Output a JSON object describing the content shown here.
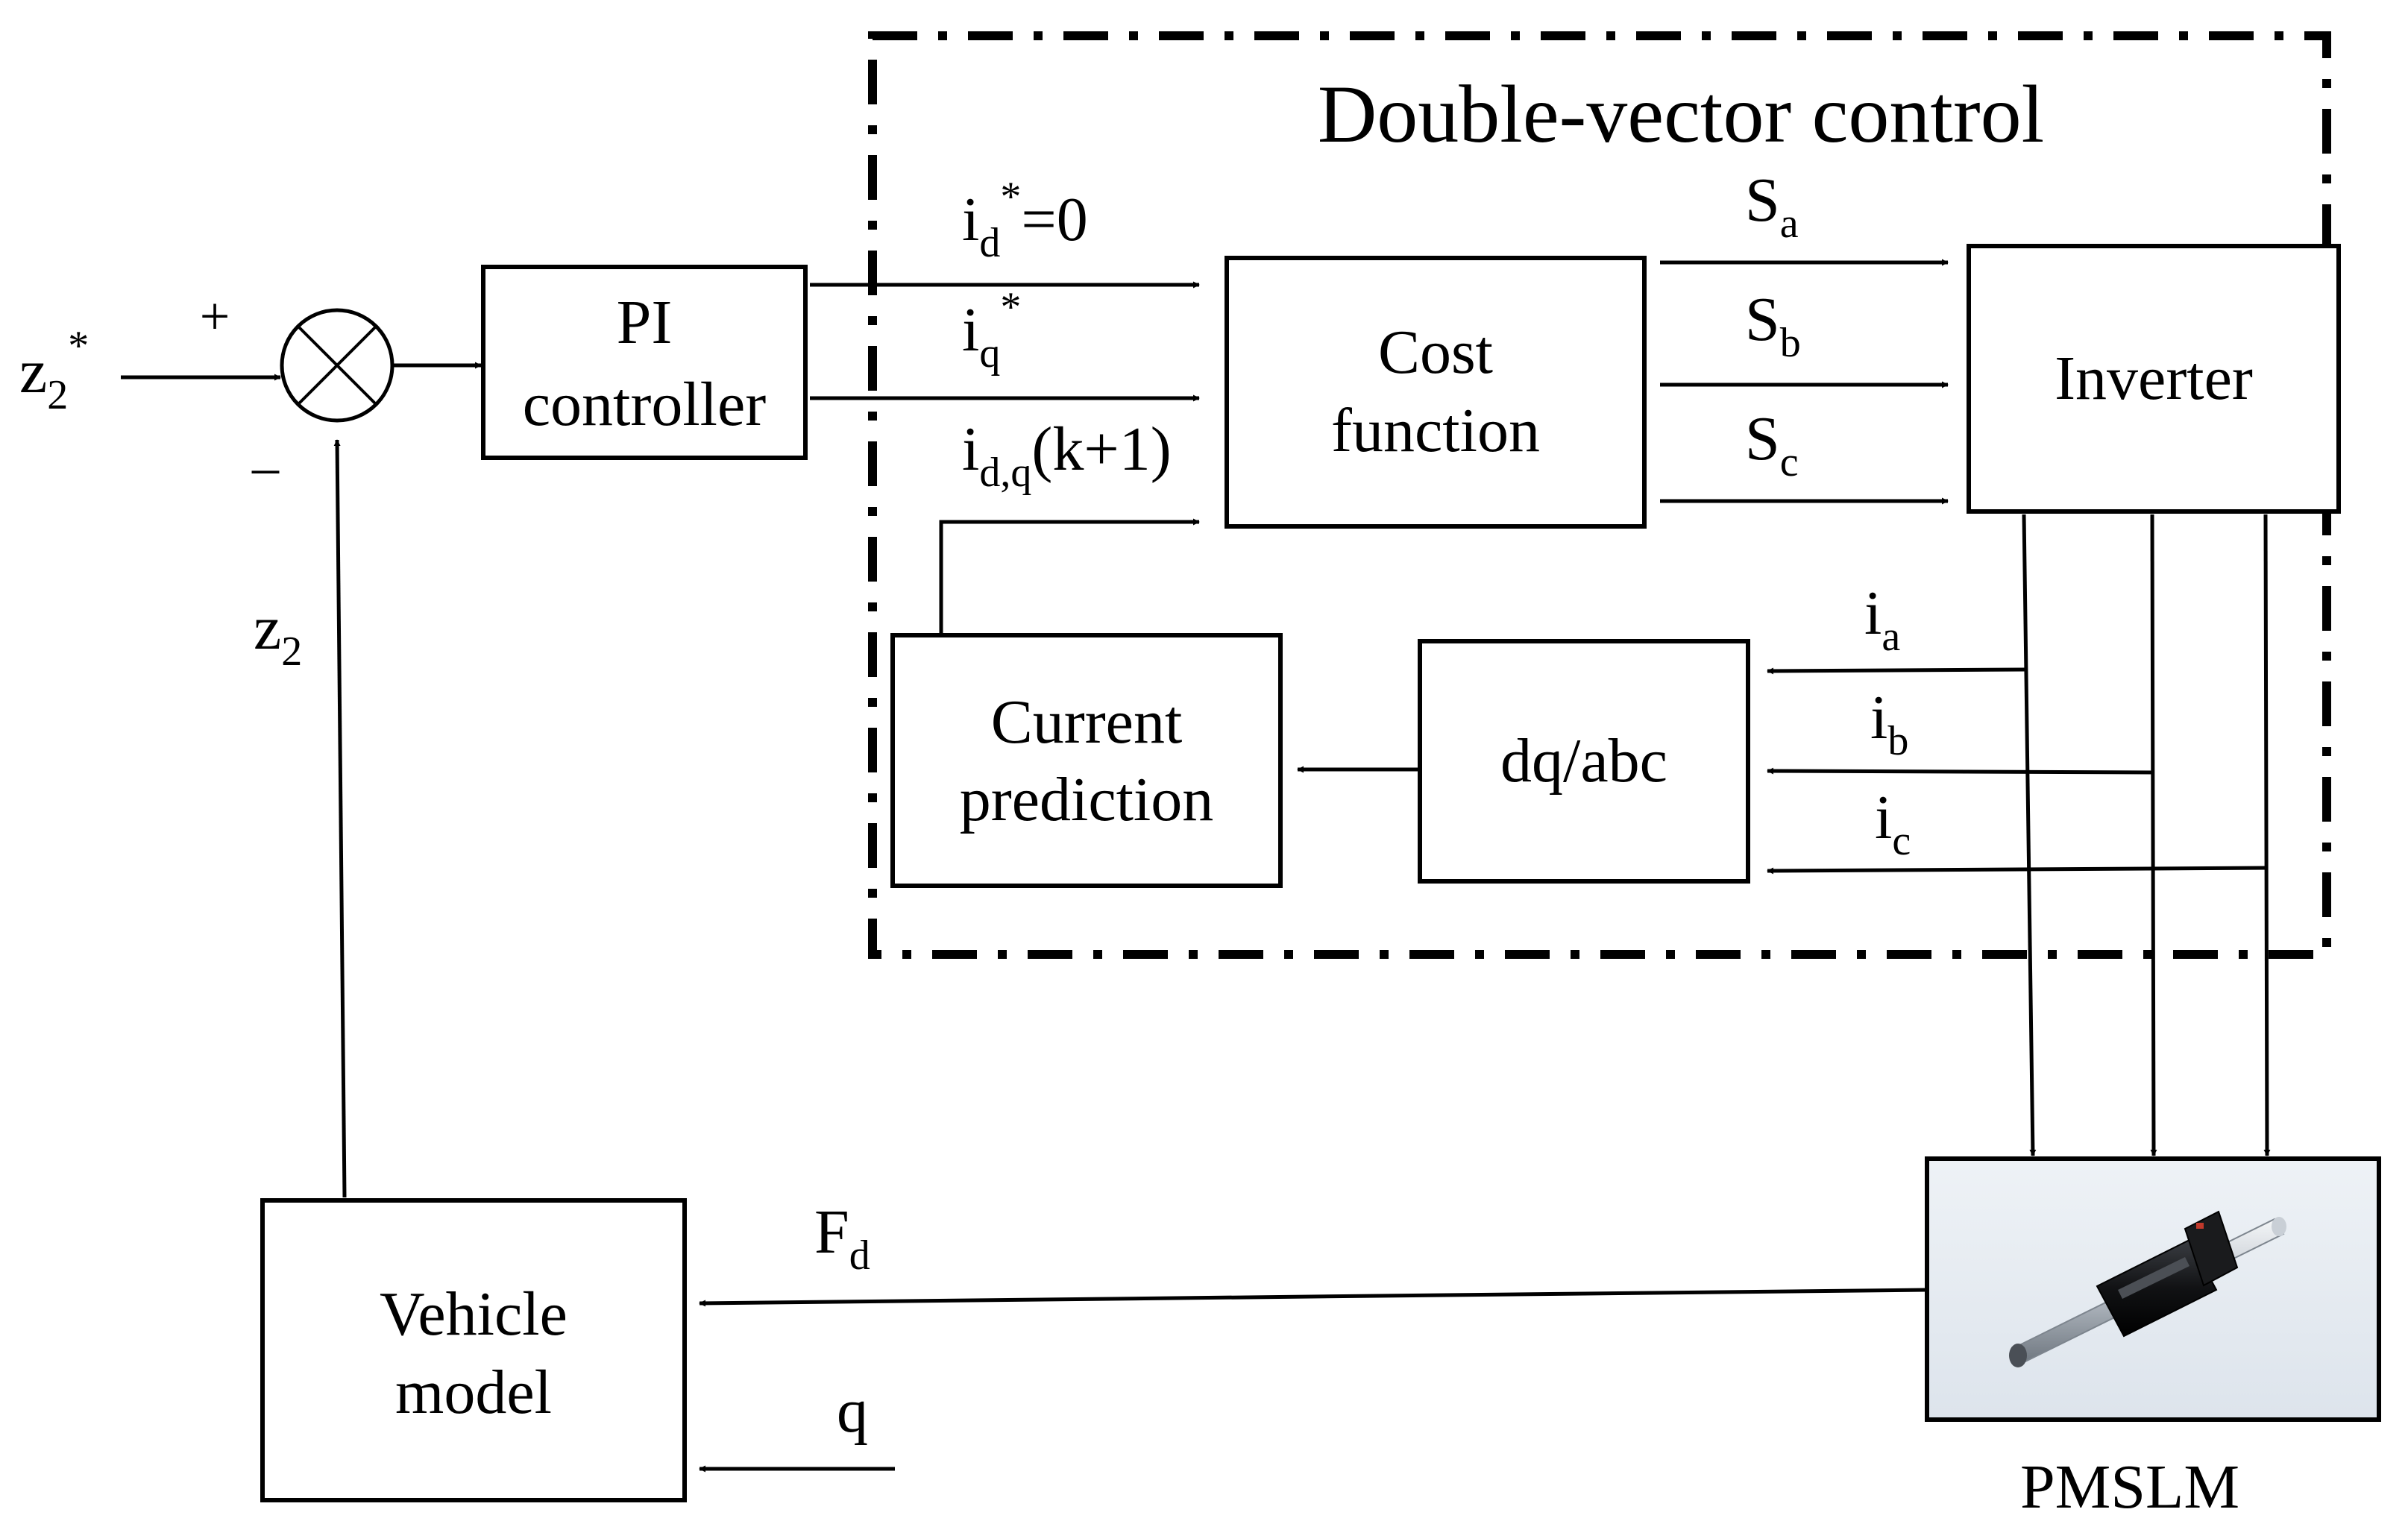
{
  "region": {
    "title": "Double-vector control"
  },
  "blocks": {
    "pi": {
      "line1": "PI",
      "line2": "controller"
    },
    "cost": {
      "line1": "Cost",
      "line2": "function"
    },
    "inverter": {
      "label": "Inverter"
    },
    "current_prediction": {
      "line1": "Current",
      "line2": "prediction"
    },
    "dqabc": {
      "label": "dq/abc"
    },
    "vehicle": {
      "line1": "Vehicle",
      "line2": "model"
    },
    "pmslm": {
      "label": "PMSLM"
    }
  },
  "summing_junction": {
    "plus": "+",
    "minus": "–"
  },
  "signals": {
    "z2_ref": {
      "base": "z",
      "sub": "2",
      "sup": "*"
    },
    "z2": {
      "base": "z",
      "sub": "2"
    },
    "id_ref": {
      "base": "i",
      "sub": "d",
      "sup": "*",
      "rest": "=0"
    },
    "iq_ref": {
      "base": "i",
      "sub": "q",
      "sup": "*"
    },
    "idq_pred": {
      "base": "i",
      "sub": "d,q",
      "rest": "(k+1)"
    },
    "sa": {
      "base": "S",
      "sub": "a"
    },
    "sb": {
      "base": "S",
      "sub": "b"
    },
    "sc": {
      "base": "S",
      "sub": "c"
    },
    "ia": {
      "base": "i",
      "sub": "a"
    },
    "ib": {
      "base": "i",
      "sub": "b"
    },
    "ic": {
      "base": "i",
      "sub": "c"
    },
    "fd": {
      "base": "F",
      "sub": "d"
    },
    "q": {
      "base": "q"
    }
  }
}
